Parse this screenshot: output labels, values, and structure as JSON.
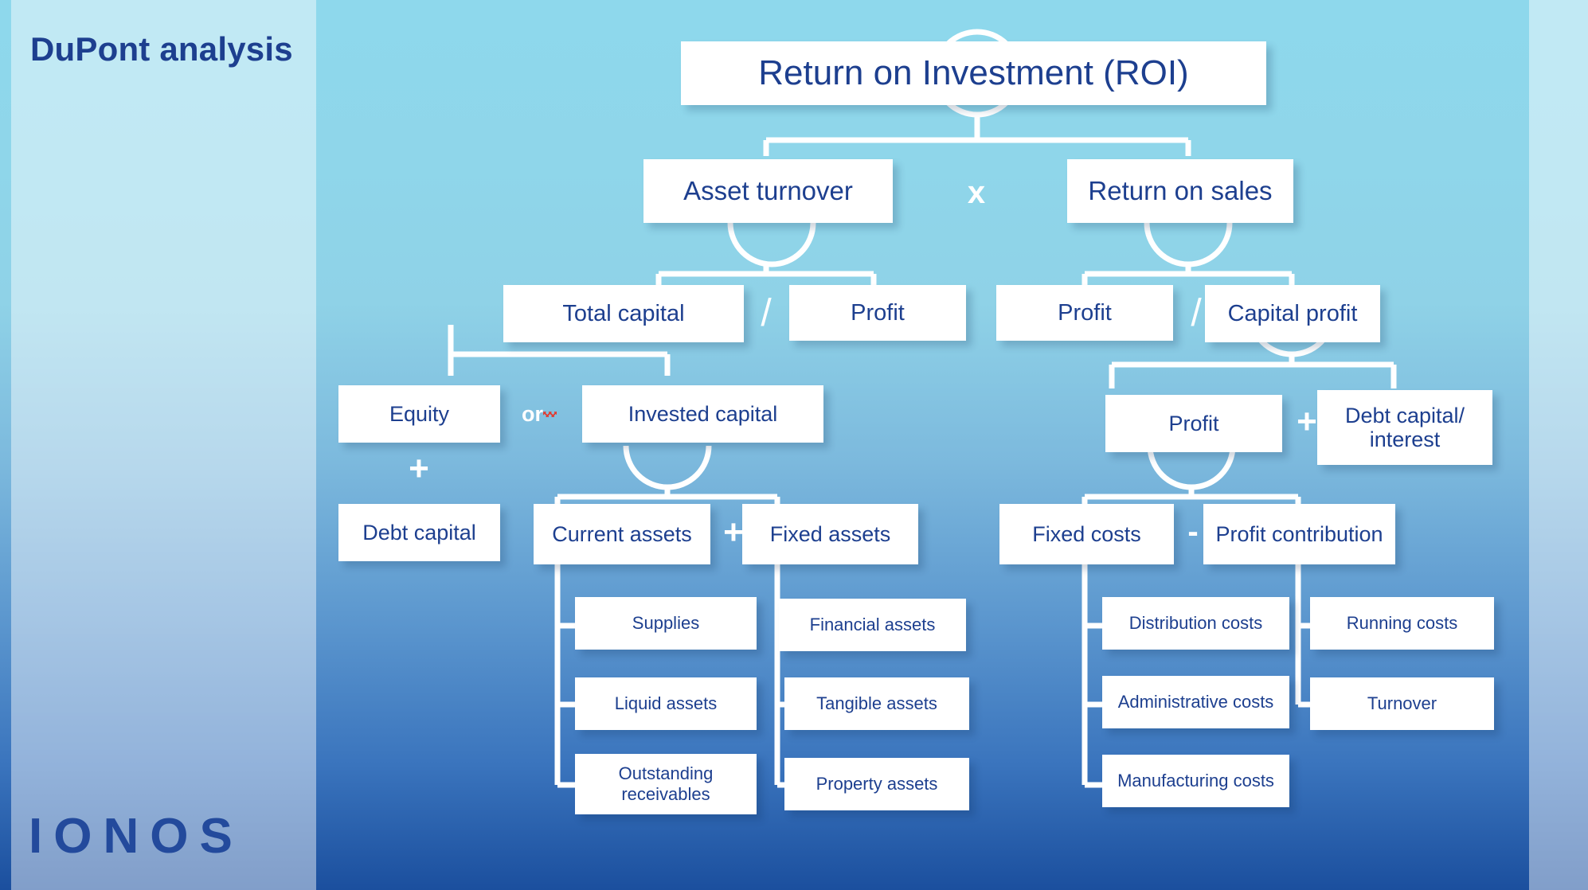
{
  "slide": {
    "title": "DuPont analysis",
    "logo": "IONOS",
    "colors": {
      "text_blue": "#1d3f8f",
      "box_fill": "#ffffff",
      "connector": "#ffffff",
      "bg_top": "#8ed8ec",
      "bg_bottom": "#1b4f9e",
      "spellcheck_underline": "#e23b30"
    }
  },
  "diagram": {
    "type": "tree",
    "root": "Return on Investment (ROI)",
    "nodes": {
      "roi": "Return on Investment (ROI)",
      "asset_turnover": "Asset turnover",
      "return_on_sales": "Return on sales",
      "total_capital": "Total capital",
      "profit_left": "Profit",
      "profit_right": "Profit",
      "capital_profit": "Capital profit",
      "equity": "Equity",
      "invested_capital": "Invested capital",
      "debt_capital": "Debt capital",
      "profit_r2": "Profit",
      "debt_capital_interest": "Debt capital/\ninterest",
      "current_assets": "Current assets",
      "fixed_assets": "Fixed assets",
      "fixed_costs": "Fixed costs",
      "profit_contribution": "Profit contribution",
      "supplies": "Supplies",
      "liquid_assets": "Liquid assets",
      "outstanding_receivables": "Outstanding receivables",
      "financial_assets": "Financial assets",
      "tangible_assets": "Tangible assets",
      "property_assets": "Property assets",
      "distribution_costs": "Distribution costs",
      "administrative_costs": "Administrative costs",
      "manufacturing_costs": "Manufacturing costs",
      "running_costs": "Running costs",
      "turnover": "Turnover"
    },
    "operators": {
      "roi_split": "x",
      "asset_turnover_div": "/",
      "return_on_sales_div": "/",
      "equity_or": "or",
      "equity_plus": "+",
      "assets_plus": "+",
      "profit_plus": "+",
      "costs_minus": "-"
    },
    "relations": [
      "ROI = Asset turnover x Return on sales",
      "Asset turnover = Total capital / Profit",
      "Return on sales = Profit / Capital profit",
      "Total capital = Equity (or Invested capital) + Debt capital",
      "Invested capital = Current assets + Fixed assets",
      "Capital profit = Profit + Debt capital/interest",
      "Profit = Fixed costs - Profit contribution",
      "Current assets: Supplies, Liquid assets, Outstanding receivables",
      "Fixed assets: Financial assets, Tangible assets, Property assets",
      "Fixed costs: Distribution costs, Administrative costs, Manufacturing costs",
      "Profit contribution: Running costs, Turnover"
    ]
  }
}
